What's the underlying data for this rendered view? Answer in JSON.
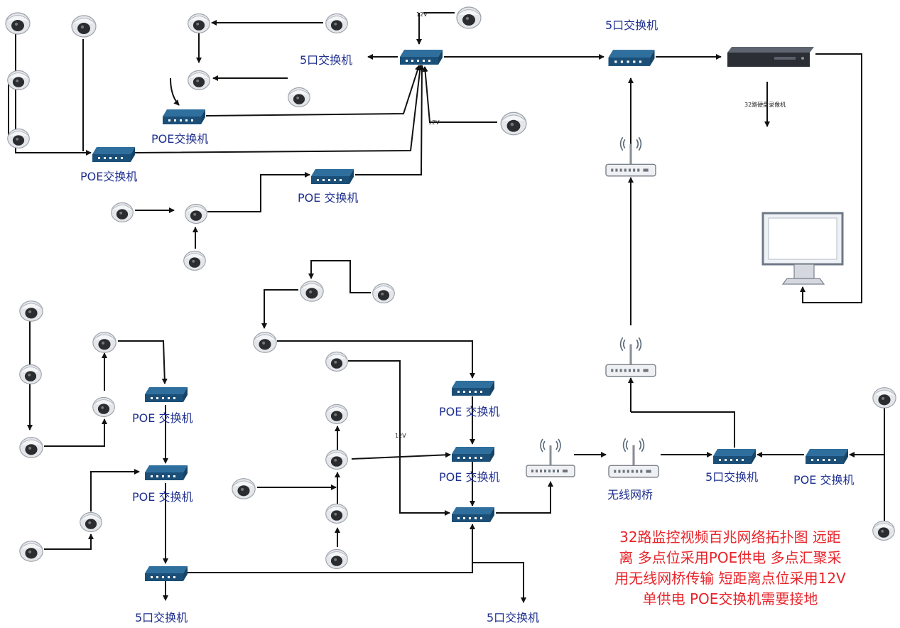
{
  "labels": {
    "switch5_top_left": "5口交换机",
    "switch5_top_right": "5口交换机",
    "poe_a": "POE交换机",
    "poe_b": "POE交换机",
    "poe_c": "POE 交换机",
    "v12_a": "12V",
    "v12_b": "12V",
    "v12_c": "12V",
    "nvr_note": "32路硬盘录像机",
    "poe_d": "POE 交换机",
    "poe_e": "POE 交换机",
    "poe_f": "POE 交换机",
    "poe_g": "POE 交换机",
    "switch5_bottom_left": "5口交换机",
    "switch5_bottom_mid": "5口交换机",
    "bridge": "无线网桥",
    "switch5_bottom_right": "5口交换机",
    "poe_h": "POE 交换机"
  },
  "caption": {
    "line1": "32路监控视频百兆网络拓扑图 远距",
    "line2": "离 多点位采用POE供电 多点汇聚采",
    "line3": "用无线网桥传输 短距离点位采用12V",
    "line4": "单供电 POE交换机需要接地"
  },
  "colors": {
    "switch_top": "#2f6f9e",
    "switch_front": "#1b4f78",
    "label_blue": "#1e2f8f",
    "caption_red": "#e8242a"
  }
}
